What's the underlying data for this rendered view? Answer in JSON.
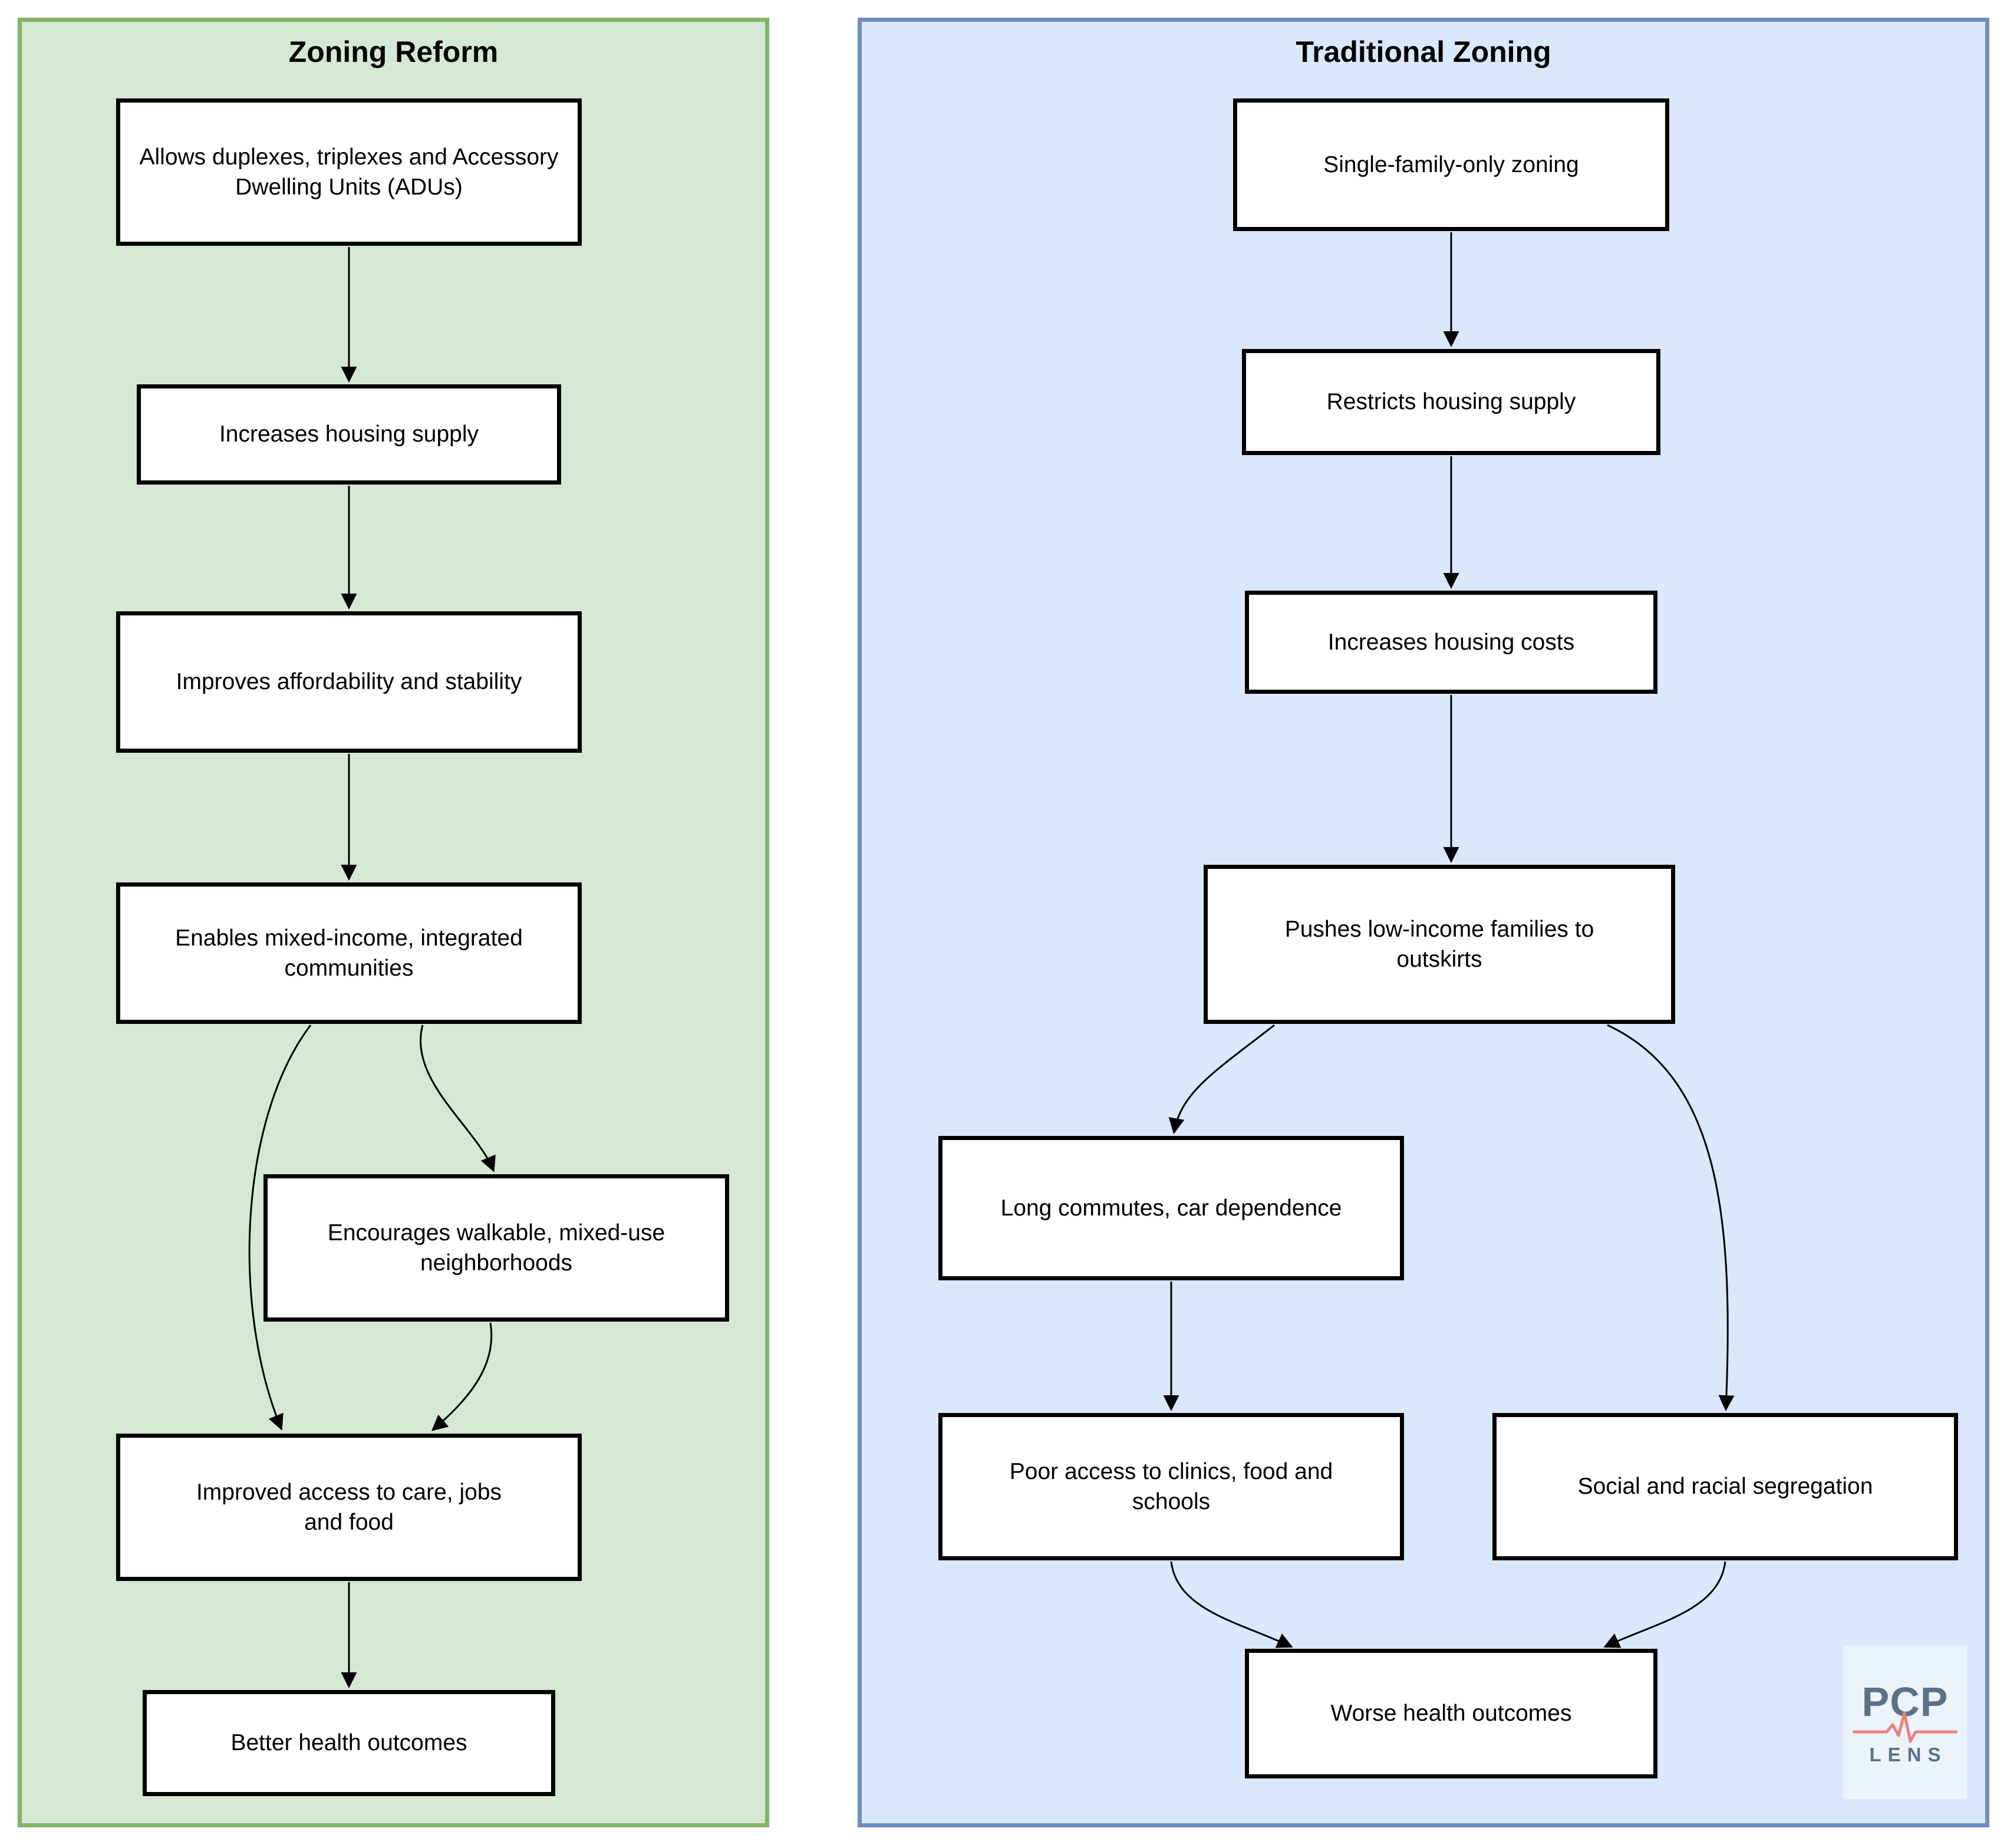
{
  "panels": [
    {
      "id": "zoning-reform",
      "title": "Zoning Reform",
      "colors": {
        "fill": "#d5e8d4",
        "stroke": "#82b366"
      },
      "nodes": [
        {
          "id": "allows-duplexes",
          "label": "Allows duplexes, triplexes and Accessory Dwelling Units (ADUs)"
        },
        {
          "id": "increases-housing-supply",
          "label": "Increases housing supply"
        },
        {
          "id": "improves-affordability",
          "label": "Improves affordability and stability"
        },
        {
          "id": "mixed-income-communities",
          "label": "Enables mixed-income, integrated communities"
        },
        {
          "id": "walkable-neighborhoods",
          "label": "Encourages walkable, mixed-use neighborhoods"
        },
        {
          "id": "improved-access",
          "label": "Improved access to care, jobs and food"
        },
        {
          "id": "better-health-outcomes",
          "label": "Better health outcomes"
        }
      ],
      "edges": [
        {
          "from": "allows-duplexes",
          "to": "increases-housing-supply"
        },
        {
          "from": "increases-housing-supply",
          "to": "improves-affordability"
        },
        {
          "from": "improves-affordability",
          "to": "mixed-income-communities"
        },
        {
          "from": "mixed-income-communities",
          "to": "walkable-neighborhoods"
        },
        {
          "from": "mixed-income-communities",
          "to": "improved-access"
        },
        {
          "from": "walkable-neighborhoods",
          "to": "improved-access"
        },
        {
          "from": "improved-access",
          "to": "better-health-outcomes"
        }
      ]
    },
    {
      "id": "traditional-zoning",
      "title": "Traditional Zoning",
      "colors": {
        "fill": "#dae8fc",
        "stroke": "#6c8ebf"
      },
      "nodes": [
        {
          "id": "single-family-zoning",
          "label": "Single-family-only zoning"
        },
        {
          "id": "restricts-housing-supply",
          "label": "Restricts housing supply"
        },
        {
          "id": "increases-housing-costs",
          "label": "Increases housing costs"
        },
        {
          "id": "pushes-families-outskirts",
          "label": "Pushes low-income families to outskirts"
        },
        {
          "id": "long-commutes",
          "label": "Long commutes, car dependence"
        },
        {
          "id": "poor-access",
          "label": "Poor access to clinics, food and schools"
        },
        {
          "id": "segregation",
          "label": "Social and racial segregation"
        },
        {
          "id": "worse-health-outcomes",
          "label": "Worse health outcomes"
        }
      ],
      "edges": [
        {
          "from": "single-family-zoning",
          "to": "restricts-housing-supply"
        },
        {
          "from": "restricts-housing-supply",
          "to": "increases-housing-costs"
        },
        {
          "from": "increases-housing-costs",
          "to": "pushes-families-outskirts"
        },
        {
          "from": "pushes-families-outskirts",
          "to": "long-commutes"
        },
        {
          "from": "pushes-families-outskirts",
          "to": "segregation"
        },
        {
          "from": "long-commutes",
          "to": "poor-access"
        },
        {
          "from": "poor-access",
          "to": "worse-health-outcomes"
        },
        {
          "from": "segregation",
          "to": "worse-health-outcomes"
        }
      ]
    }
  ],
  "logo": {
    "line1": "PCP",
    "line2": "LENS",
    "text_color": "#5b7286",
    "pulse_color": "#e8837b",
    "background": "#edf3fb"
  },
  "arrow_color": "#000000",
  "node_fill": "#ffffff",
  "node_stroke": "#000000"
}
